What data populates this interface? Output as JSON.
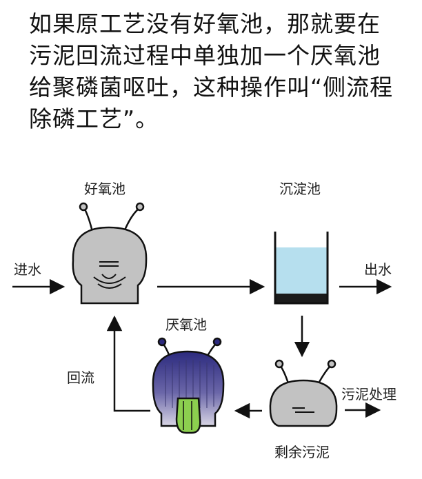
{
  "paragraph": "如果原工艺没有好氧池，那就要在污泥回流过程中单独加一个厌氧池给聚磷菌呕吐，这种操作叫“侧流程除磷工艺”。",
  "labels": {
    "aerobic_tank": "好氧池",
    "settling_tank": "沉淀池",
    "water_in": "进水",
    "water_out": "出水",
    "anaerobic_tank": "厌氧池",
    "return_flow": "回流",
    "sludge_treatment": "污泥处理",
    "residual_sludge": "剩余污泥"
  },
  "colors": {
    "gray_creature": "#c2c2c2",
    "anaerobic_top": "#2c2a7e",
    "anaerobic_bottom": "#d8d5e4",
    "vomit": "#8ccf4f",
    "water": "#b6dfee",
    "sediment": "#1b1b1b"
  }
}
